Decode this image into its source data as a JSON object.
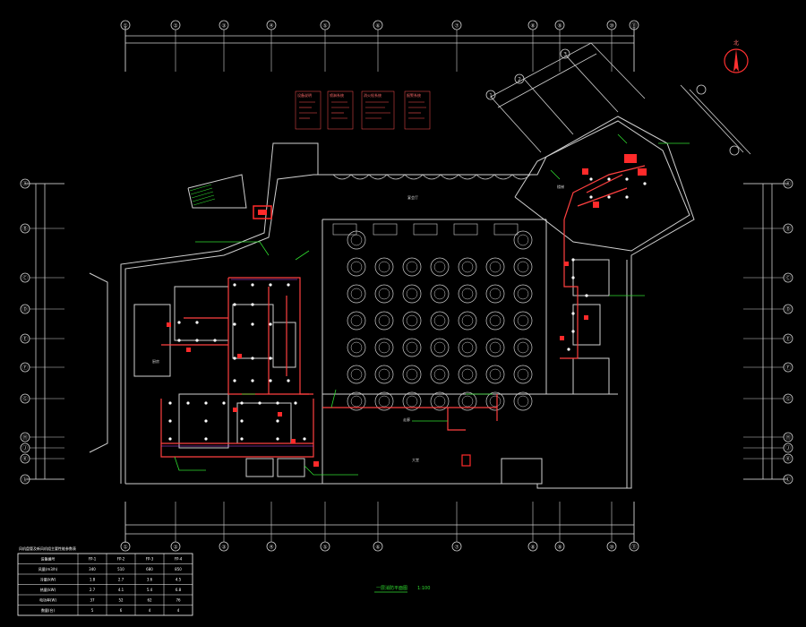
{
  "drawing": {
    "title": "一层消防平面图",
    "scale": "1:100",
    "north_label": "北"
  },
  "colors": {
    "background": "#000000",
    "wall": "#cfcfcf",
    "sprinkler_pipe": "#ff4040",
    "leader": "#2fdc2f",
    "equipment": "#ff2a2a",
    "table_line": "#ffffff"
  },
  "axis_labels": {
    "top": [
      "①",
      "②",
      "③",
      "④",
      "⑤",
      "⑥",
      "⑦",
      "⑧",
      "⑨",
      "⑩",
      "⑪"
    ],
    "left": [
      "Ⓐ",
      "Ⓑ",
      "Ⓒ",
      "Ⓓ",
      "Ⓔ",
      "Ⓕ",
      "Ⓖ",
      "Ⓗ",
      "Ⓙ",
      "Ⓚ",
      "Ⓛ"
    ],
    "right": [
      "Ⓐ",
      "Ⓑ",
      "Ⓒ",
      "Ⓓ",
      "Ⓔ",
      "Ⓕ",
      "Ⓖ",
      "Ⓗ",
      "Ⓙ",
      "Ⓚ",
      "Ⓛ"
    ],
    "angled": [
      "1",
      "2",
      "3"
    ]
  },
  "rooms": {
    "banquet_hall": "宴会厅",
    "kitchen": "厨房",
    "corridor": "走廊",
    "stair": "楼梯",
    "lobby": "大堂"
  },
  "legend_notes": [
    "设备说明",
    "喷淋系统",
    "消火栓系统",
    "报警系统"
  ],
  "equipment_table": {
    "caption": "风机盘管及新风机组主要性能参数表",
    "rows": [
      [
        "设备编号",
        "FP-1",
        "FP-2",
        "FP-3",
        "FP-4"
      ],
      [
        "风量(m3/h)",
        "340",
        "510",
        "680",
        "850"
      ],
      [
        "冷量(kW)",
        "1.8",
        "2.7",
        "3.6",
        "4.5"
      ],
      [
        "热量(kW)",
        "2.7",
        "4.1",
        "5.4",
        "6.8"
      ],
      [
        "电功率(W)",
        "37",
        "52",
        "62",
        "76"
      ],
      [
        "数量(台)",
        "5",
        "6",
        "4",
        "4"
      ]
    ]
  }
}
